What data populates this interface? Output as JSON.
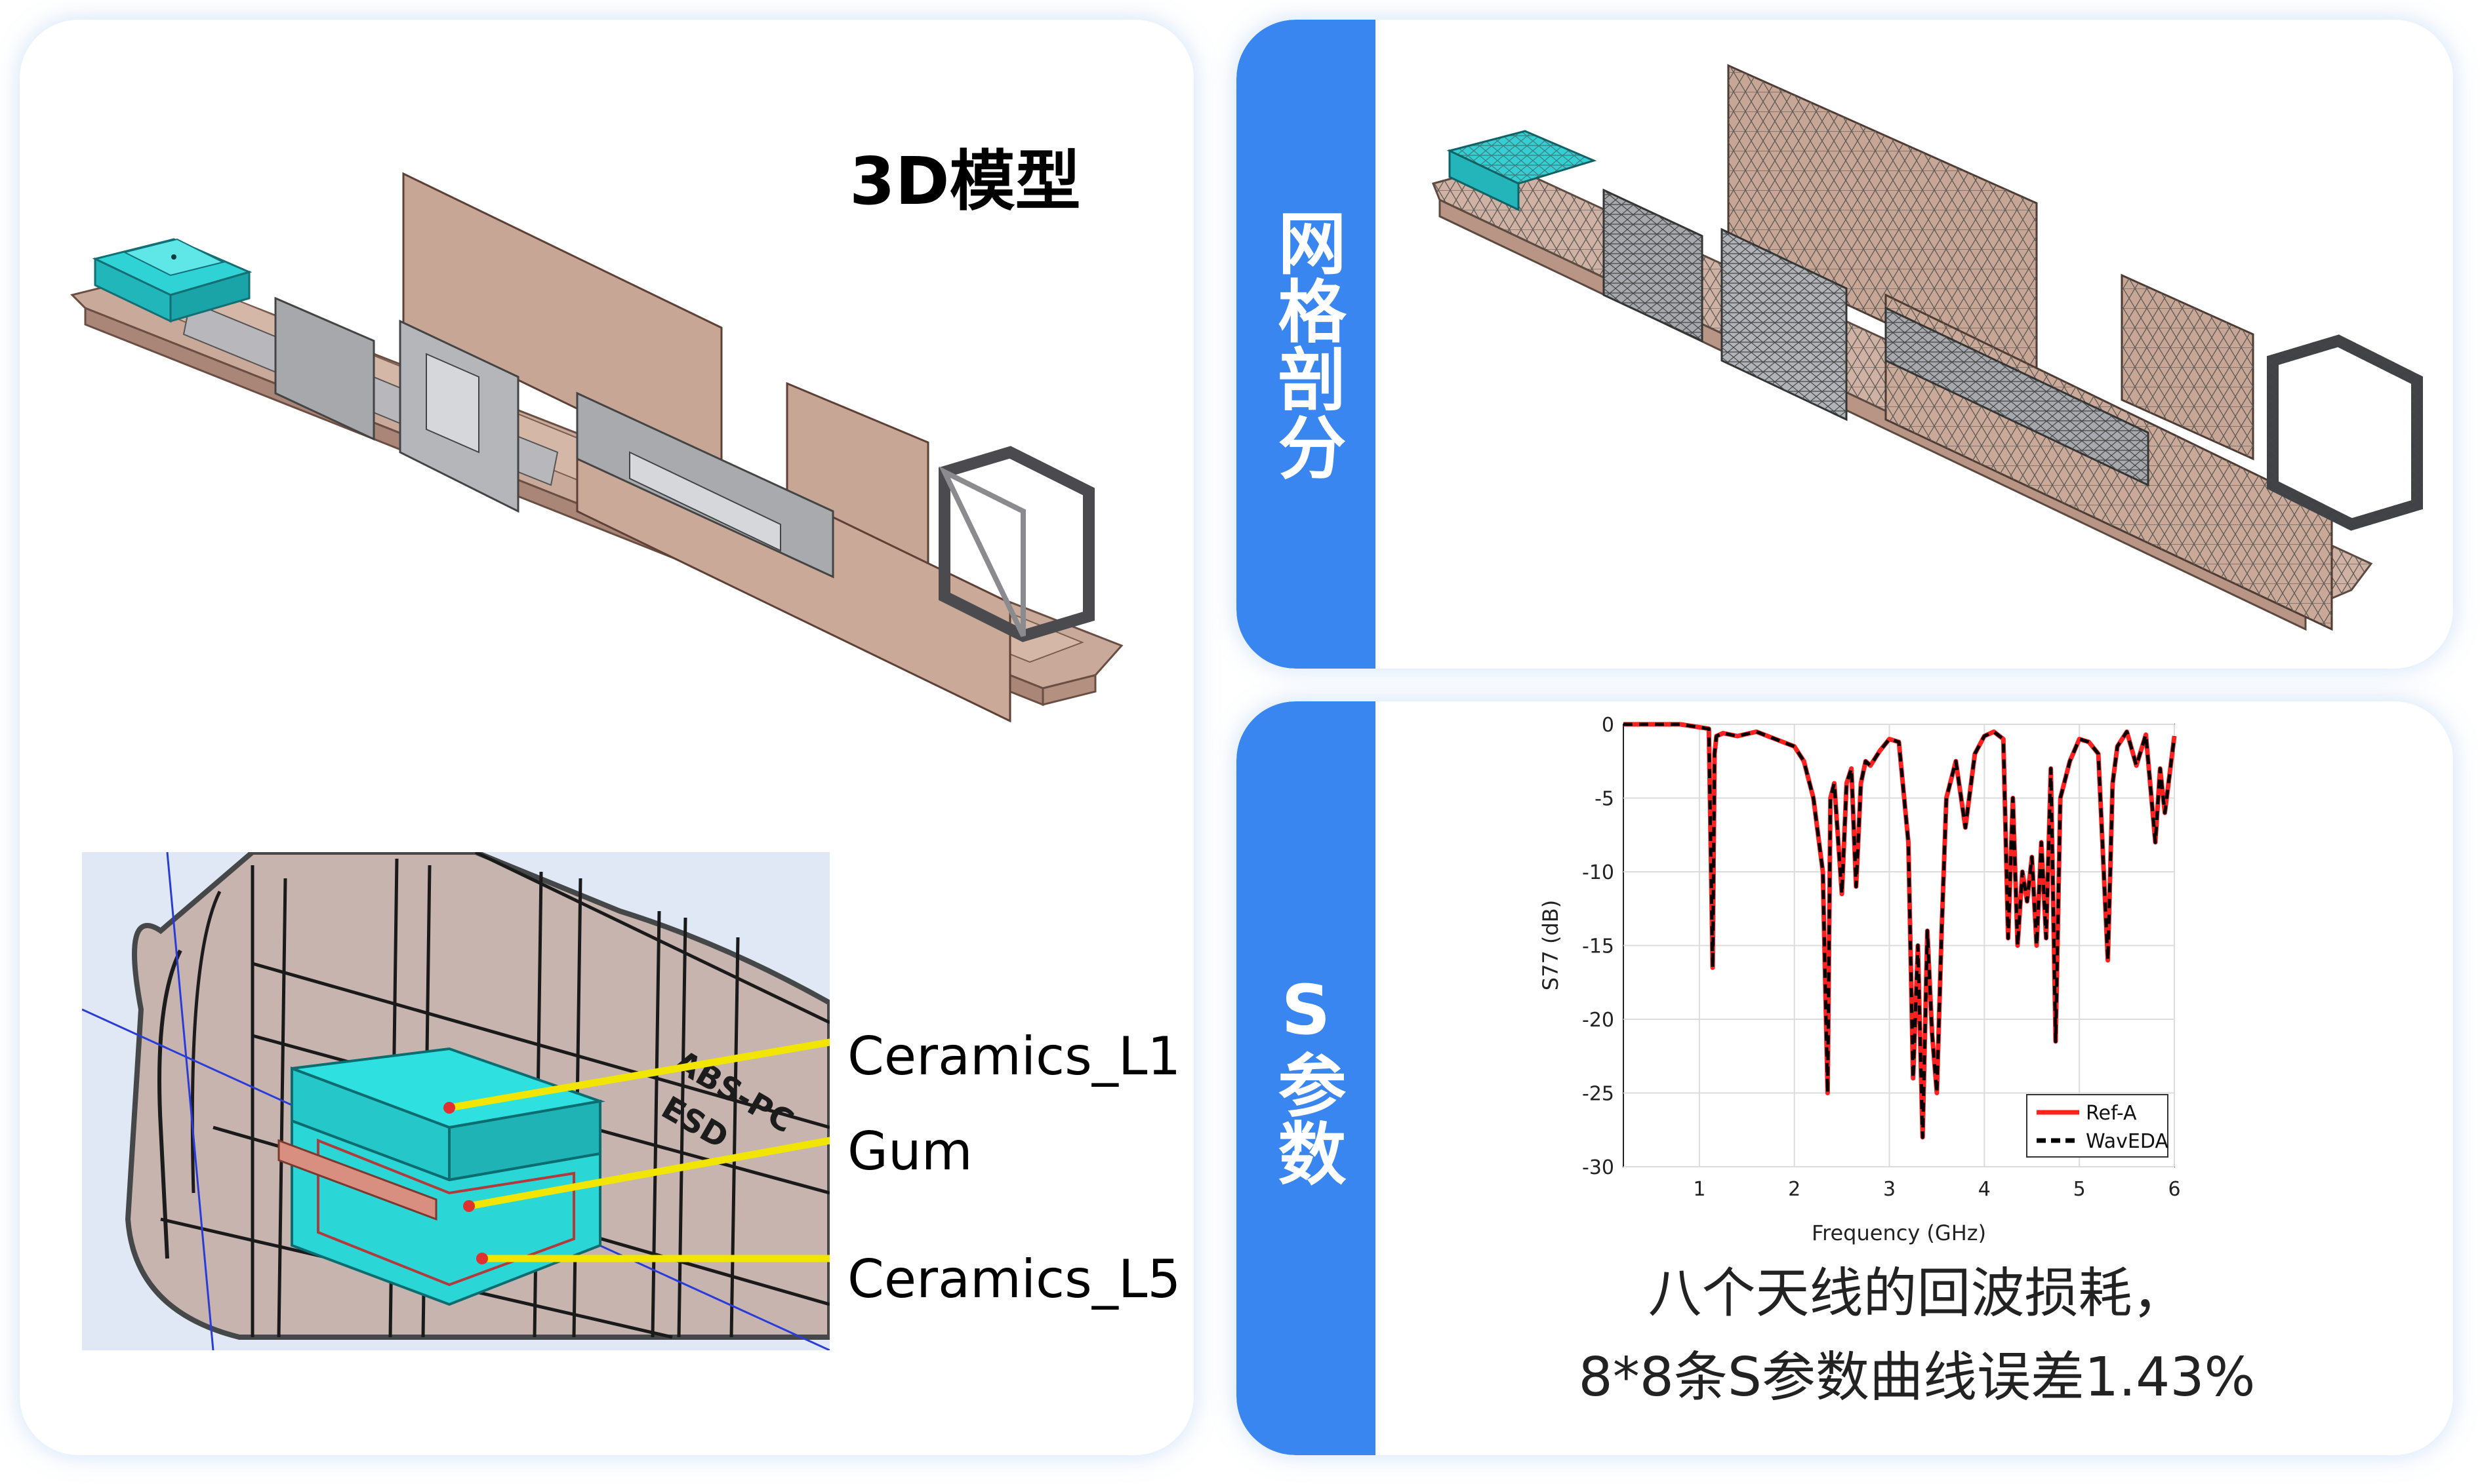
{
  "left_panel": {
    "title": "3D模型",
    "callouts": [
      "Ceramics_L1",
      "Gum",
      "Ceramics_L5"
    ]
  },
  "mesh_panel": {
    "tab_label": "网格剖分"
  },
  "sparam_panel": {
    "tab_label": "S参数",
    "caption_line1": "八个天线的回波损耗，",
    "caption_line2": "8*8条S参数曲线误差1.43%"
  },
  "colors": {
    "accent_blue": "#3a86f0",
    "model_tan": "#c9aa9a",
    "ceramic_cyan": "#2fd3d6",
    "callout_yellow": "#f2e600",
    "series_ref": "#ff2020",
    "series_wav": "#000000"
  },
  "chart_data": {
    "type": "line",
    "xlabel": "Frequency (GHz)",
    "ylabel": "S77 (dB)",
    "xlim": [
      0.2,
      6
    ],
    "ylim": [
      -30,
      0
    ],
    "xticks": [
      "1",
      "2",
      "3",
      "4",
      "5",
      "6"
    ],
    "yticks": [
      "0",
      "-5",
      "-10",
      "-15",
      "-20",
      "-25",
      "-30"
    ],
    "legend_position": "bottom-right",
    "x": [
      0.2,
      0.5,
      0.8,
      1.0,
      1.1,
      1.14,
      1.16,
      1.18,
      1.25,
      1.4,
      1.6,
      1.8,
      2.0,
      2.1,
      2.2,
      2.3,
      2.35,
      2.38,
      2.42,
      2.5,
      2.55,
      2.6,
      2.65,
      2.7,
      2.75,
      2.8,
      2.9,
      3.0,
      3.1,
      3.2,
      3.25,
      3.3,
      3.35,
      3.4,
      3.45,
      3.5,
      3.55,
      3.6,
      3.7,
      3.8,
      3.9,
      4.0,
      4.1,
      4.2,
      4.25,
      4.3,
      4.35,
      4.4,
      4.45,
      4.5,
      4.55,
      4.6,
      4.65,
      4.7,
      4.75,
      4.8,
      4.9,
      5.0,
      5.1,
      5.2,
      5.3,
      5.35,
      5.4,
      5.5,
      5.6,
      5.7,
      5.8,
      5.85,
      5.9,
      6.0
    ],
    "series": [
      {
        "name": "Ref-A",
        "values": [
          0,
          0,
          0,
          -0.2,
          -0.3,
          -16.5,
          -2,
          -0.8,
          -0.6,
          -0.8,
          -0.5,
          -1.0,
          -1.5,
          -2.5,
          -5,
          -10,
          -25,
          -5,
          -4,
          -11.5,
          -4,
          -3,
          -11,
          -4,
          -2.5,
          -2.8,
          -1.8,
          -1.0,
          -1.2,
          -8,
          -24,
          -15,
          -28,
          -14,
          -21,
          -25,
          -14,
          -5,
          -2.5,
          -7,
          -2,
          -0.8,
          -0.5,
          -1.0,
          -14.5,
          -5,
          -15,
          -10,
          -12,
          -9,
          -15,
          -8,
          -14.5,
          -3,
          -21.5,
          -5,
          -2.5,
          -1.0,
          -1.2,
          -2,
          -16,
          -4,
          -1.5,
          -0.5,
          -2.8,
          -0.7,
          -8,
          -3,
          -6,
          -0.8
        ]
      },
      {
        "name": "WavEDA",
        "values": [
          0,
          0,
          0,
          -0.2,
          -0.3,
          -16.5,
          -2,
          -0.8,
          -0.6,
          -0.8,
          -0.5,
          -1.0,
          -1.5,
          -2.5,
          -5,
          -10,
          -25,
          -5,
          -4,
          -11.5,
          -4,
          -3,
          -11,
          -4,
          -2.5,
          -2.8,
          -1.8,
          -1.0,
          -1.2,
          -8,
          -24,
          -15,
          -28,
          -14,
          -21,
          -25,
          -14,
          -5,
          -2.5,
          -7,
          -2,
          -0.8,
          -0.5,
          -1.0,
          -14.5,
          -5,
          -15,
          -10,
          -12,
          -9,
          -15,
          -8,
          -14.5,
          -3,
          -21.5,
          -5,
          -2.5,
          -1.0,
          -1.2,
          -2,
          -16,
          -4,
          -1.5,
          -0.5,
          -2.8,
          -0.7,
          -8,
          -3,
          -6,
          -0.8
        ]
      }
    ]
  }
}
